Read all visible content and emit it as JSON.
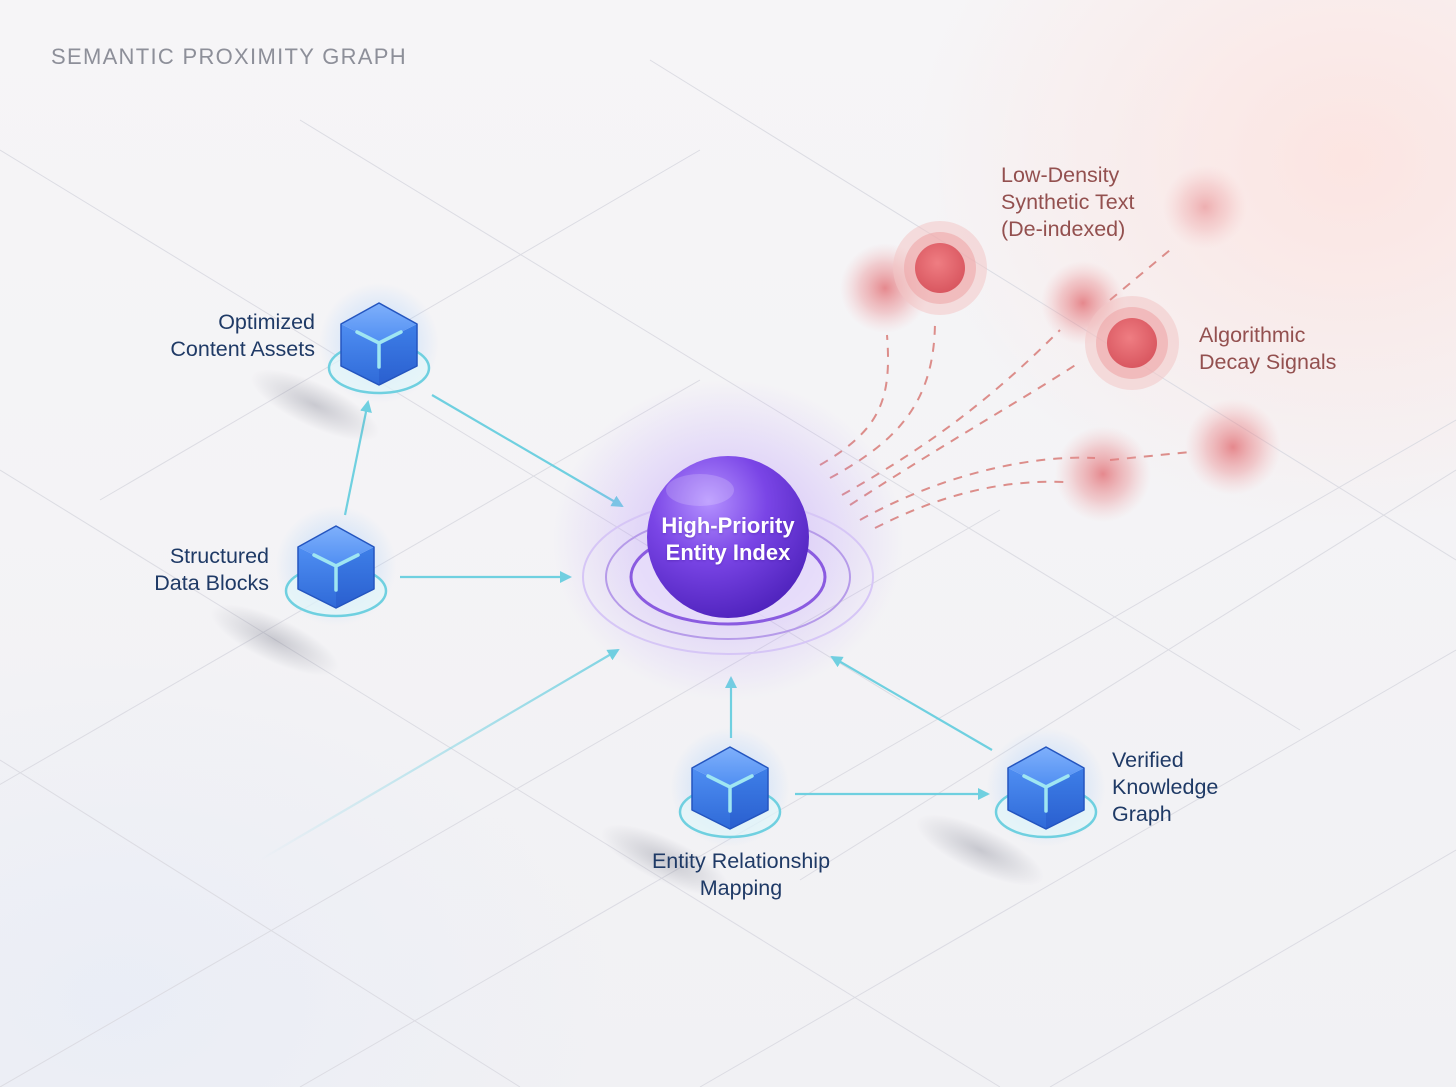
{
  "title": "SEMANTIC PROXIMITY GRAPH",
  "hub": {
    "label_line1": "High-Priority",
    "label_line2": "Entity Index",
    "color": "#7b4be0"
  },
  "nodes": {
    "optimized": {
      "line1": "Optimized",
      "line2": "Content Assets"
    },
    "structured": {
      "line1": "Structured",
      "line2": "Data Blocks"
    },
    "erm": {
      "line1": "Entity Relationship",
      "line2": "Mapping"
    },
    "verified": {
      "line1": "Verified",
      "line2": "Knowledge",
      "line3": "Graph"
    }
  },
  "signals": {
    "low_density": {
      "line1": "Low-Density",
      "line2": "Synthetic Text",
      "line3": "(De-indexed)"
    },
    "decay": {
      "line1": "Algorithmic",
      "line2": "Decay Signals"
    }
  },
  "colors": {
    "node_blue": "#3b7be8",
    "connector_cyan": "#6fd0e0",
    "decay_red": "#e06b70",
    "label_navy": "#1f3a66",
    "label_warn": "#93504f"
  }
}
